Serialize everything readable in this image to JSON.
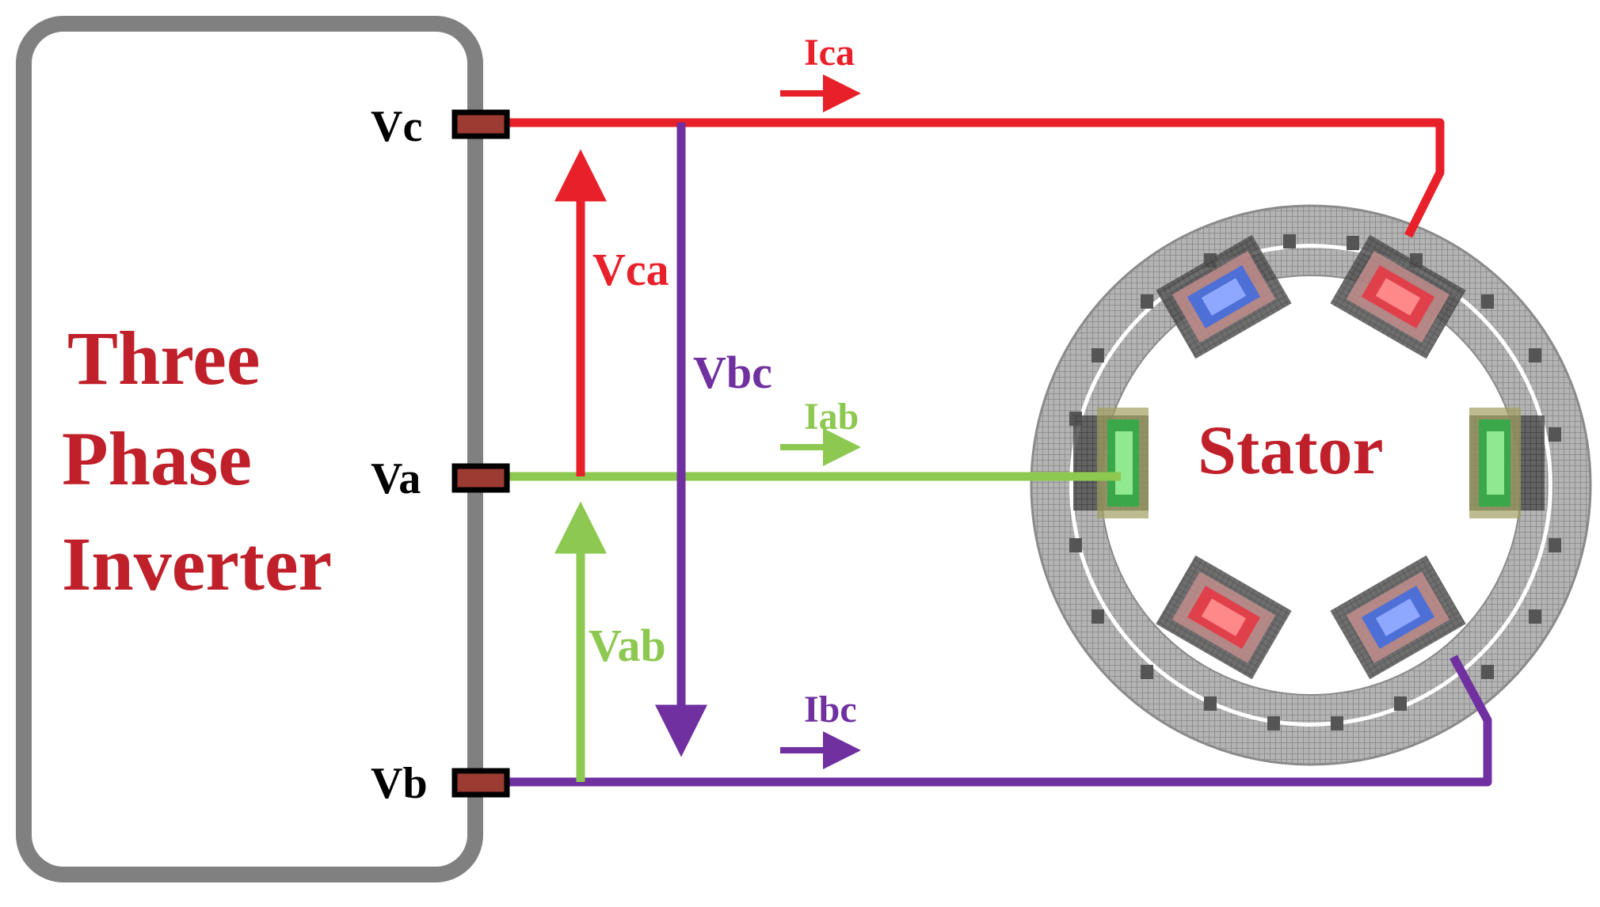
{
  "inverter": {
    "title_lines": [
      "Three",
      "Phase",
      "Inverter"
    ]
  },
  "terminals": {
    "vc": "Vc",
    "va": "Va",
    "vb": "Vb"
  },
  "voltages": {
    "vca": "Vca",
    "vbc": "Vbc",
    "vab": "Vab"
  },
  "currents": {
    "ica": "Ica",
    "iab": "Iab",
    "ibc": "Ibc"
  },
  "stator": {
    "label": "Stator"
  },
  "colors": {
    "red": "#e8202a",
    "green": "#8dc851",
    "purple": "#7030a0",
    "inverter_text": "#c0202a",
    "frame": "#808080",
    "terminal_fill": "#9b3b32",
    "black_text": "#000000"
  }
}
